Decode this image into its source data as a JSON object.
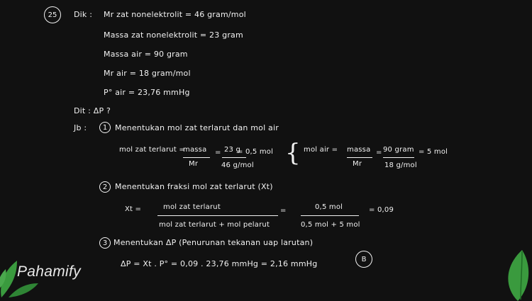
{
  "problem_number": "25",
  "given": {
    "label": "Dik :",
    "lines": [
      "Mr zat nonelektrolit = 46 gram/mol",
      "Massa zat nonelektrolit = 23 gram",
      "Massa air = 90 gram",
      "Mr air = 18 gram/mol",
      "P° air = 23,76 mmHg"
    ]
  },
  "asked": "Dit : ΔP ?",
  "answer_label": "Jb :",
  "step1": {
    "number": "1",
    "title": "Menentukan mol zat terlarut dan mol air",
    "solute_prefix": "mol zat terlarut =",
    "solute_num": "massa",
    "solute_den": "Mr",
    "solute_eq": "=",
    "solute_val_num": "23 g",
    "solute_val_den": "46 g/mol",
    "solute_result": "= 0,5 mol",
    "water_prefix": "mol air =",
    "water_num": "massa",
    "water_den": "Mr",
    "water_eq": "=",
    "water_val_num": "90 gram",
    "water_val_den": "18 g/mol",
    "water_result": "= 5 mol"
  },
  "step2": {
    "number": "2",
    "title": "Menentukan fraksi mol zat terlarut (Xt)",
    "lhs": "Xt =",
    "num": "mol zat terlarut",
    "den": "mol zat terlarut + mol pelarut",
    "eq1": "=",
    "num2": "0,5 mol",
    "den2": "0,5 mol + 5 mol",
    "result": "= 0,09"
  },
  "step3": {
    "number": "3",
    "title": "Menentukan ΔP (Penurunan tekanan uap larutan)",
    "formula": "ΔP = Xt . P° = 0,09 . 23,76 mmHg = 2,16 mmHg"
  },
  "answer_choice": "B",
  "logo": "Pahamify",
  "colors": {
    "background": "#111111",
    "ink": "#f2f2f2",
    "leaf": "#3a9a3e"
  }
}
